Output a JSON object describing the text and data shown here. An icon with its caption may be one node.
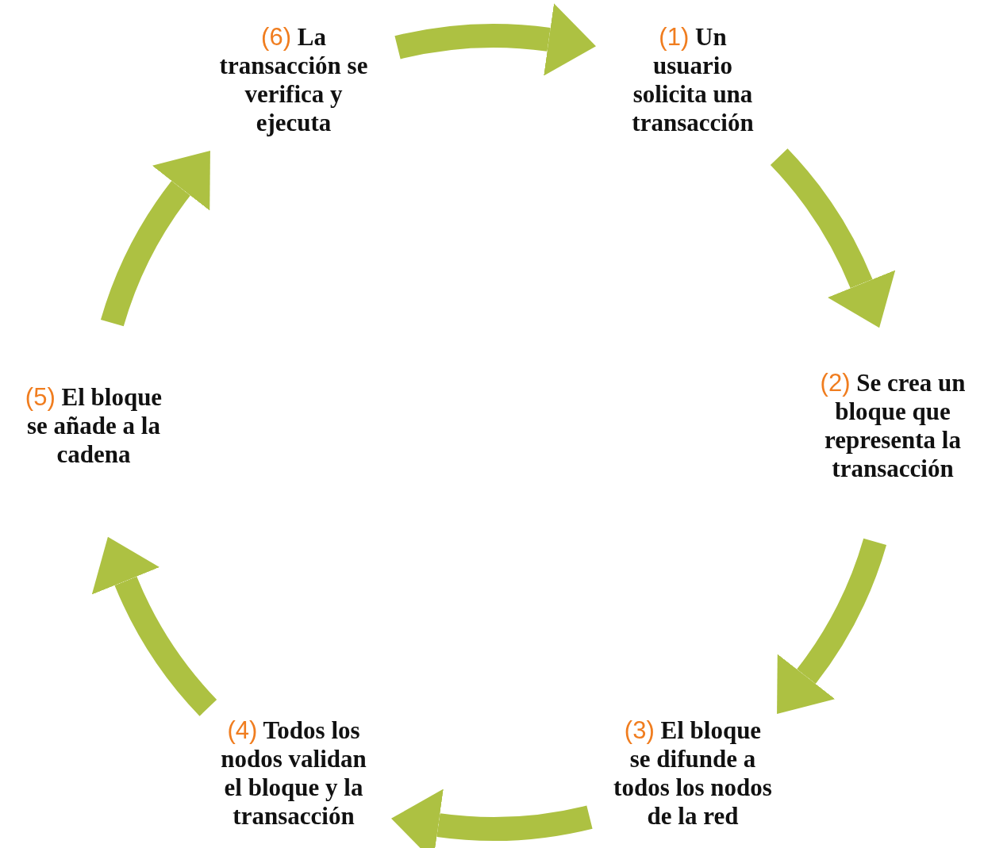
{
  "diagram": {
    "nodes": [
      {
        "text": [
          "(1)",
          "Un usuario solicita una transacción"
        ]
      },
      {
        "text": [
          "(2)",
          "Se crea un bloque que representa la transacción"
        ]
      },
      {
        "text": [
          "(3)",
          "El bloque se difunde a todos los nodos de la red"
        ]
      },
      {
        "text": [
          "(4)",
          "Todos los nodos validan el bloque y la transacción"
        ]
      },
      {
        "text": [
          "(5)",
          "El bloque se añade a la cadena"
        ]
      },
      {
        "text": [
          "(6)",
          "La transacción se verifica y ejecuta"
        ]
      }
    ],
    "edges": [
      {
        "from": 5,
        "to": 0,
        "arrow": "to"
      },
      {
        "from": 0,
        "to": 1,
        "arrow": "to"
      },
      {
        "from": 1,
        "to": 2,
        "arrow": "to"
      },
      {
        "from": 2,
        "to": 3,
        "arrow": "to"
      },
      {
        "from": 3,
        "to": 4,
        "arrow": "to"
      },
      {
        "from": 4,
        "to": 5,
        "arrow": "to"
      }
    ]
  }
}
